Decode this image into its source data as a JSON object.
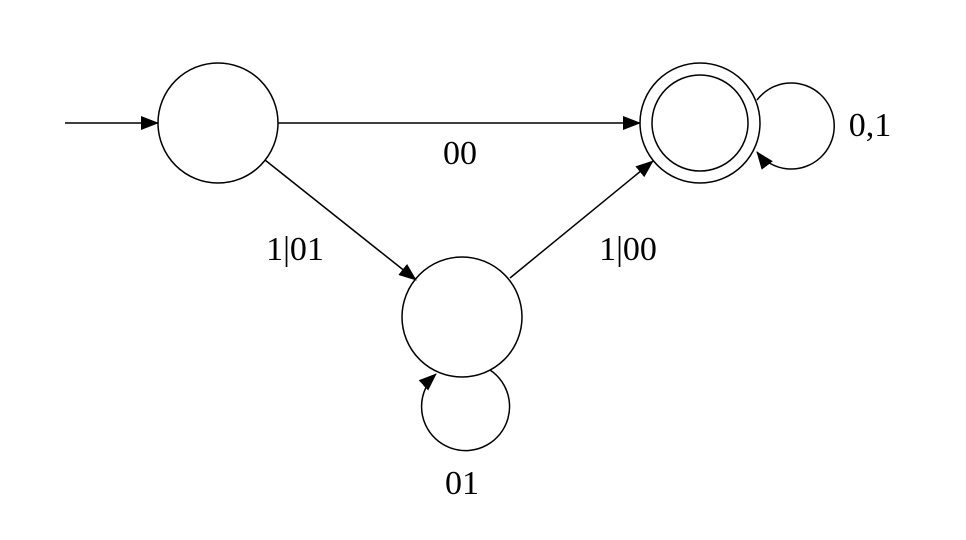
{
  "diagram": {
    "type": "finite-automaton",
    "states": [
      {
        "id": "start",
        "accepting": false,
        "initial": true
      },
      {
        "id": "middle",
        "accepting": false,
        "initial": false
      },
      {
        "id": "final",
        "accepting": true,
        "initial": false
      }
    ],
    "edges": [
      {
        "from": "start",
        "to": "final",
        "label": "00"
      },
      {
        "from": "start",
        "to": "middle",
        "label": "1|01"
      },
      {
        "from": "middle",
        "to": "final",
        "label": "1|00"
      },
      {
        "from": "final",
        "to": "final",
        "label": "0,1"
      },
      {
        "from": "middle",
        "to": "middle",
        "label": "01"
      }
    ]
  }
}
